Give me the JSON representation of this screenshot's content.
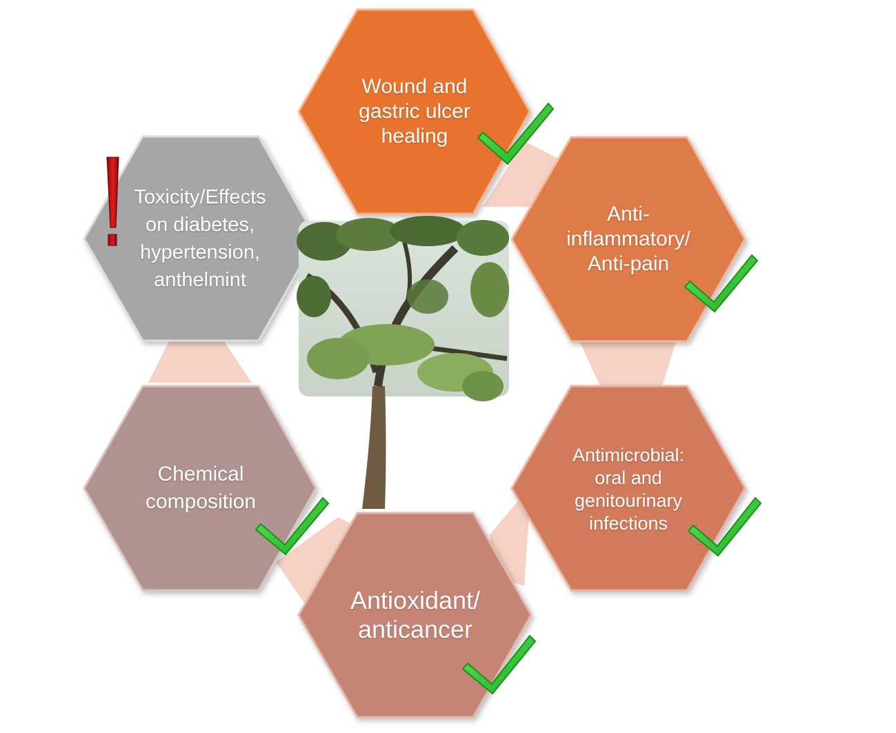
{
  "hexagons": [
    {
      "id": "wound",
      "lines": [
        "Wound and",
        "gastric ulcer",
        "healing"
      ],
      "color": "#e8732f",
      "check": true
    },
    {
      "id": "anti-inflammatory",
      "lines": [
        "Anti-",
        "inflammatory/",
        "Anti-pain"
      ],
      "color": "#df7a4a",
      "check": true
    },
    {
      "id": "antimicrobial",
      "lines": [
        "Antimicrobial:",
        "oral and",
        "genitourinary",
        "infections"
      ],
      "color": "#d27a5c",
      "check": true
    },
    {
      "id": "antioxidant",
      "lines": [
        "Antioxidant/",
        "anticancer"
      ],
      "color": "#c68474",
      "check": true
    },
    {
      "id": "chemical",
      "lines": [
        "Chemical",
        "composition"
      ],
      "color": "#b09390",
      "check": true
    },
    {
      "id": "toxicity",
      "lines": [
        "Toxicity/Effects",
        "on diabetes,",
        "hypertension,",
        "anthelmint"
      ],
      "color": "#a6a6a6",
      "check": false,
      "warning": true
    }
  ],
  "colors": {
    "check_green": "#2fcb2f",
    "warning_red": "#cc1111",
    "connector": "#f3c7b6"
  },
  "center_image": "tree-photo"
}
